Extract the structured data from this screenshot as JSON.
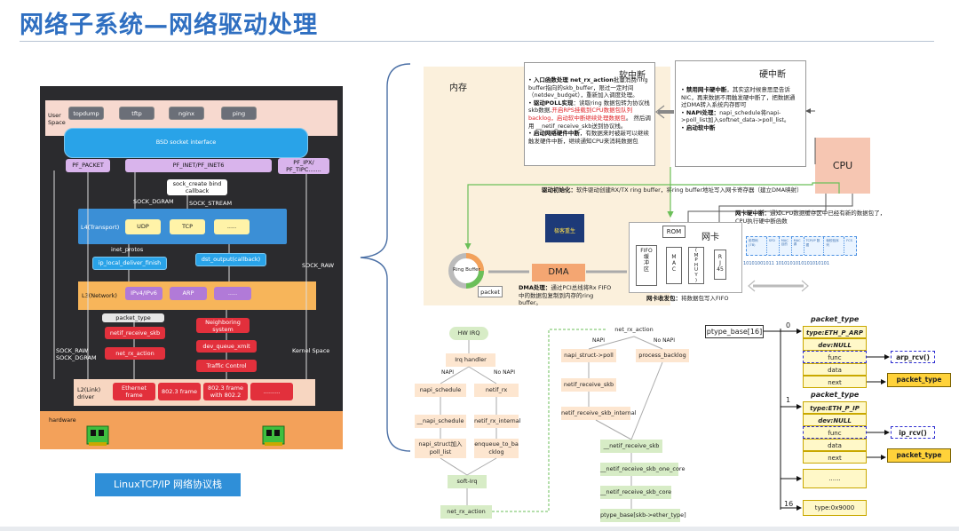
{
  "title": "网络子系统—网络驱动处理",
  "stack": {
    "caption": "LinuxTCP/IP 网络协议栈",
    "user_space": "User\nSpace",
    "apps": [
      "topdump",
      "tftp",
      "nginx",
      "ping"
    ],
    "bsd": "BSD socket interface",
    "pf_packet": "PF_PACKET",
    "pf_inet": "PF_INET/PF_INET6",
    "pf_ipx": "PF_IPX/\nPF_TIPC.......",
    "sock_create": "sock_create bind\ncallback",
    "sock_dgram": "SOCK_DGRAM",
    "sock_stream": "SOCK_STREAM",
    "l4": "L4(Transport)",
    "udp": "UDP",
    "tcp": "TCP",
    "l4dots": ".....",
    "inet_protos": "inet_protos",
    "ip_local": "ip_local_deliver_finish",
    "dst_output": "dst_output(callback)",
    "sock_raw": "SOCK_RAW",
    "l3": "L3(Network)",
    "ipv4": "IPv4/IPv6",
    "arp": "ARP",
    "l3dots": ".....",
    "packet_type": "packet_type",
    "neighboring": "Neighboring\nsystem",
    "netif": "netif_receive_skb",
    "dev_queue": "dev_queue_xmit",
    "sock_raw_dgram": "SOCK_RAW\nSOCK_DGRAM",
    "net_rx": "net_rx_action",
    "traffic": "Traffic Control",
    "kernel": "Kernel Space",
    "l2": "L2(Link)\ndriver",
    "eth": "Ethernet\nframe",
    "f8023": "802.3 frame",
    "f8022": "802.3 frame\nwith 802.2",
    "l2dots": ".........",
    "hardware": "hardware"
  },
  "right": {
    "mem": "内存",
    "soft_irq_title": "软中断",
    "soft_irq_items": [
      {
        "head": "入口函数处理 net_rx_action",
        "body": "批量消费ring buffer指向的skb_buffer，限过一定时间（netdev_budget），重新加入调度处理。"
      },
      {
        "head": "驱动POLL实现",
        "body": "：读取ring 数据包转为协议栈skb数据,",
        "red": "开启RPS挂载到CPU数据包队列backlog，启动软中断继续处理数据包",
        "tail": "。 然后调用 __netif_receive_skb送到协议栈。"
      },
      {
        "head": "启动网络硬件中断",
        "body": "，有数据来时被敲可以继续触发硬件中断，继续通知CPU来消耗数据包"
      }
    ],
    "hard_irq_title": "硬中断",
    "hard_irq_items": [
      {
        "head": "禁用网卡硬中断",
        "body": "，其实这时候意思是告诉NIC，再来数据不用触发硬中断了，把数据通过DMA转入系统内存即可"
      },
      {
        "head": "NAPI处理：",
        "body": "napi_schedule将napi->poll_list加入softnet_data->poll_list。"
      },
      {
        "head": "启动软中断",
        "body": ""
      }
    ],
    "cpu": "CPU",
    "driver_init_head": "驱动初始化：",
    "driver_init_body": "软件驱动创建RX/TX ring buffer，将ring buffer地址写入网卡寄存器（建立DMA映射）",
    "hard_note_head": "网卡硬中断：",
    "hard_note_body": "通知CPU数据缓存区中已经有新的数据包了，CPU执行硬中断函数",
    "ring_buffer": "Ring Buffer",
    "packet": "packet",
    "dma": "DMA",
    "dma_note_head": "DMA处理：",
    "dma_note_body": "通过PCI总线将Rx FIFO中的数据包复制到内存的ring buffer。",
    "rom": "ROM",
    "nic": "网卡",
    "fifo": "FIFO\n缓\n冲\n区",
    "mac": "M\nA\nC",
    "phy": "(\nM\nP\nH\nU\nY\n)",
    "rj45": "R\nJ\n45",
    "recv_head": "网卡收发包：",
    "recv_body": "将数据包写入FIFO",
    "logo": "极客重生",
    "bits": "10101001011 1010101010101010101",
    "frame_fields": [
      "前导码 (7B)",
      "SFD",
      "MAC 目的",
      "MAC 源",
      "TCP/IP 数据",
      "帧校验序列",
      "FCS"
    ]
  },
  "flow": {
    "hw_irq": "HW IRQ",
    "irq_handler": "Irq handler",
    "napi": "NAPI",
    "no_napi": "No NAPI",
    "napi_schedule": "napi_schedule",
    "netif_rx": "netif_rx",
    "__napi_schedule": "__napi_schedule",
    "netif_rx_internal": "netif_rx_internal",
    "napi_struct_add": "napi_struct加入\npoll_list",
    "enqueue": "enqueue_to_ba\ncklog",
    "soft_irq": "soft-Irq",
    "net_rx_action": "net_rx_action",
    "net_rx_action2": "net_rx_action",
    "napi2": "NAPI",
    "no_napi2": "No NAPI",
    "napi_poll": "napi_struct->poll",
    "process_backlog": "process_backlog",
    "netif_receive_skb": "netif_receive_skb",
    "netif_receive_skb_internal": "netif_receive_skb_internal",
    "__netif_receive_skb": "__netif_receive_skb",
    "one_core": "__netif_receive_skb_one_core",
    "core": "__netif_receive_skb_core",
    "ptype_base": "ptype_base[skb->ether_type]"
  },
  "ptype": {
    "base": "ptype_base[16]",
    "idx0": "0",
    "idx1": "1",
    "idx16": "16",
    "header": "packet_type",
    "type_arp": "type:ETH_P_ARP",
    "type_ip": "type:ETH_P_IP",
    "dev": "dev:NULL",
    "func": "func",
    "data": "data",
    "next": "next",
    "arp_rcv": "arp_rcv()",
    "ip_rcv": "ip_rcv()",
    "packet_type_ref": "packet_type",
    "dots": "......",
    "type_9000": "type:0x9000"
  }
}
